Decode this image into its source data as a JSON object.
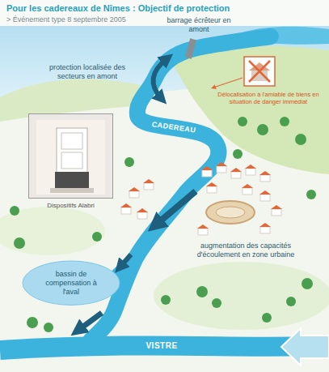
{
  "diagram": {
    "title": "Pour les cadereaux de Nîmes : Objectif de protection",
    "nodes": [
      {
        "text": [
          "Dispositifs Alabri"
        ]
      },
      {
        "text": [
          "bassin de compensation à l'aval"
        ]
      }
    ],
    "labels": [
      "> Événement type 8 septembre 2005",
      "barrage écrêteur en amont",
      "protection localisée des secteurs en amont",
      "Délocalisation à l'amiable de biens en situation de danger immédiat",
      "CADEREAU",
      "augmentation des capacités d'écoulement en zone urbaine",
      "VISTRE"
    ]
  }
}
